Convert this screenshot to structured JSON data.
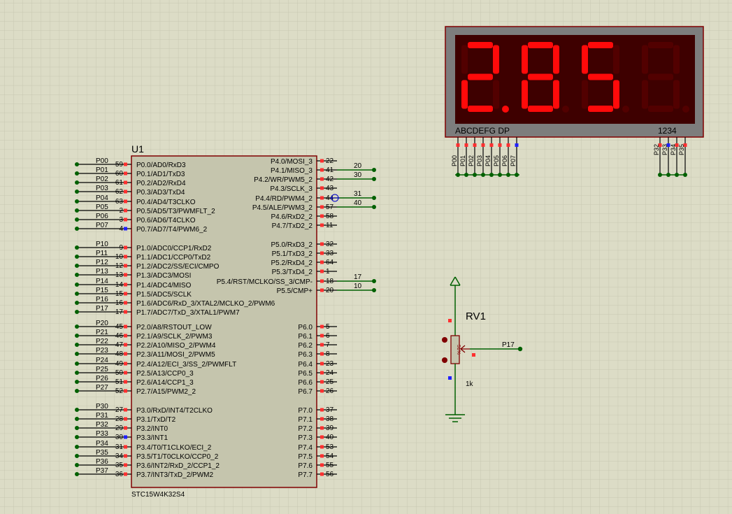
{
  "chip": {
    "ref": "U1",
    "part": "STC15W4K32S4",
    "left": [
      {
        "net": "P00",
        "num": "59",
        "label": "P0.0/AD0/RxD3"
      },
      {
        "net": "P01",
        "num": "60",
        "label": "P0.1/AD1/TxD3"
      },
      {
        "net": "P02",
        "num": "61",
        "label": "P0.2/AD2/RxD4"
      },
      {
        "net": "P03",
        "num": "62",
        "label": "P0.3/AD3/TxD4"
      },
      {
        "net": "P04",
        "num": "63",
        "label": "P0.4/AD4/T3CLKO"
      },
      {
        "net": "P05",
        "num": "2",
        "label": "P0.5/AD5/T3/PWMFLT_2"
      },
      {
        "net": "P06",
        "num": "3",
        "label": "P0.6/AD6/T4CLKO"
      },
      {
        "net": "P07",
        "num": "4",
        "label": "P0.7/AD7/T4/PWM6_2",
        "state": "low"
      },
      {
        "net": "P10",
        "num": "9",
        "label": "P1.0/ADC0/CCP1/RxD2"
      },
      {
        "net": "P11",
        "num": "10",
        "label": "P1.1/ADC1/CCP0/TxD2"
      },
      {
        "net": "P12",
        "num": "12",
        "label": "P1.2/ADC2/SS/ECI/CMPO"
      },
      {
        "net": "P13",
        "num": "13",
        "label": "P1.3/ADC3/MOSI"
      },
      {
        "net": "P14",
        "num": "14",
        "label": "P1.4/ADC4/MISO"
      },
      {
        "net": "P15",
        "num": "15",
        "label": "P1.5/ADC5/SCLK"
      },
      {
        "net": "P16",
        "num": "16",
        "label": "P1.6/ADC6/RxD_3/XTAL2/MCLKO_2/PWM6"
      },
      {
        "net": "P17",
        "num": "17",
        "label": "P1.7/ADC7/TxD_3/XTAL1/PWM7"
      },
      {
        "net": "P20",
        "num": "45",
        "label": "P2.0/A8/RSTOUT_LOW"
      },
      {
        "net": "P21",
        "num": "46",
        "label": "P2.1/A9/SCLK_2/PWM3"
      },
      {
        "net": "P22",
        "num": "47",
        "label": "P2.2/A10/MISO_2/PWM4"
      },
      {
        "net": "P23",
        "num": "48",
        "label": "P2.3/A11/MOSI_2/PWM5"
      },
      {
        "net": "P24",
        "num": "49",
        "label": "P2.4/A12/ECI_3/SS_2/PWMFLT"
      },
      {
        "net": "P25",
        "num": "50",
        "label": "P2.5/A13/CCP0_3"
      },
      {
        "net": "P26",
        "num": "51",
        "label": "P2.6/A14/CCP1_3"
      },
      {
        "net": "P27",
        "num": "52",
        "label": "P2.7/A15/PWM2_2"
      },
      {
        "net": "P30",
        "num": "27",
        "label": "P3.0/RxD/INT4/T2CLKO"
      },
      {
        "net": "P31",
        "num": "28",
        "label": "P3.1/TxD/T2"
      },
      {
        "net": "P32",
        "num": "29",
        "label": "P3.2/INT0"
      },
      {
        "net": "P33",
        "num": "30",
        "label": "P3.3/INT1",
        "state": "low"
      },
      {
        "net": "P34",
        "num": "31",
        "label": "P3.4/T0/T1CLKO/ECI_2"
      },
      {
        "net": "P35",
        "num": "34",
        "label": "P3.5/T1/T0CLKO/CCP0_2"
      },
      {
        "net": "P36",
        "num": "35",
        "label": "P3.6/INT2/RxD_2/CCP1_2"
      },
      {
        "net": "P37",
        "num": "36",
        "label": "P3.7/INT3/TxD_2/PWM2"
      }
    ],
    "right": [
      {
        "num": "22",
        "label": "P4.0/MOSI_3",
        "wire": ""
      },
      {
        "num": "41",
        "label": "P4.1/MISO_3",
        "wire": "20"
      },
      {
        "num": "42",
        "label": "P4.2/WR/PWM5_2",
        "wire": "30"
      },
      {
        "num": "43",
        "label": "P4.3/SCLK_3",
        "wire": ""
      },
      {
        "num": "44",
        "label": "P4.4/RD/PWM4_2",
        "wire": "31"
      },
      {
        "num": "57",
        "label": "P4.5/ALE/PWM3_2",
        "wire": "40"
      },
      {
        "num": "58",
        "label": "P4.6/RxD2_2",
        "wire": ""
      },
      {
        "num": "11",
        "label": "P4.7/TxD2_2",
        "wire": ""
      },
      {
        "num": "32",
        "label": "P5.0/RxD3_2",
        "wire": ""
      },
      {
        "num": "33",
        "label": "P5.1/TxD3_2",
        "wire": ""
      },
      {
        "num": "64",
        "label": "P5.2/RxD4_2",
        "wire": ""
      },
      {
        "num": "1",
        "label": "P5.3/TxD4_2",
        "wire": ""
      },
      {
        "num": "18",
        "label": "P5.4/RST/MCLKO/SS_3/CMP-",
        "wire": "17"
      },
      {
        "num": "20",
        "label": "P5.5/CMP+",
        "wire": "10"
      },
      {
        "num": "5",
        "label": "P6.0",
        "wire": ""
      },
      {
        "num": "6",
        "label": "P6.1",
        "wire": ""
      },
      {
        "num": "7",
        "label": "P6.2",
        "wire": ""
      },
      {
        "num": "8",
        "label": "P6.3",
        "wire": ""
      },
      {
        "num": "23",
        "label": "P6.4",
        "wire": ""
      },
      {
        "num": "24",
        "label": "P6.5",
        "wire": ""
      },
      {
        "num": "25",
        "label": "P6.6",
        "wire": ""
      },
      {
        "num": "26",
        "label": "P6.7",
        "wire": ""
      },
      {
        "num": "37",
        "label": "P7.0",
        "wire": ""
      },
      {
        "num": "38",
        "label": "P7.1",
        "wire": ""
      },
      {
        "num": "39",
        "label": "P7.2",
        "wire": ""
      },
      {
        "num": "40",
        "label": "P7.3",
        "wire": ""
      },
      {
        "num": "53",
        "label": "P7.4",
        "wire": ""
      },
      {
        "num": "54",
        "label": "P7.5",
        "wire": ""
      },
      {
        "num": "55",
        "label": "P7.6",
        "wire": ""
      },
      {
        "num": "56",
        "label": "P7.7",
        "wire": ""
      }
    ]
  },
  "display": {
    "digits": [
      "2",
      "8",
      "5",
      "8"
    ],
    "digit_states": [
      "lit",
      "lit",
      "lit",
      "dim"
    ],
    "segment_label": "ABCDEFG DP",
    "digit_label": "1234",
    "segment_pins": [
      "P00",
      "P01",
      "P02",
      "P03",
      "P04",
      "P05",
      "P06",
      "P07"
    ],
    "digit_pins": [
      "P32",
      "P33",
      "P34",
      "P35"
    ]
  },
  "pot": {
    "ref": "RV1",
    "value": "1k",
    "net": "P17",
    "body_label": "51%"
  },
  "colors": {
    "background": "#dcdcc6",
    "grid": "#c7c7b1",
    "chip_body": "#c5c5ad",
    "outline": "#800000",
    "wire": "#006000",
    "pin_high": "#ff3030",
    "pin_low": "#2020ff",
    "segment_on": "#ff0a0a",
    "segment_off": "#520000",
    "display_face": "#3e0000",
    "display_frame": "#7d7d7d"
  }
}
